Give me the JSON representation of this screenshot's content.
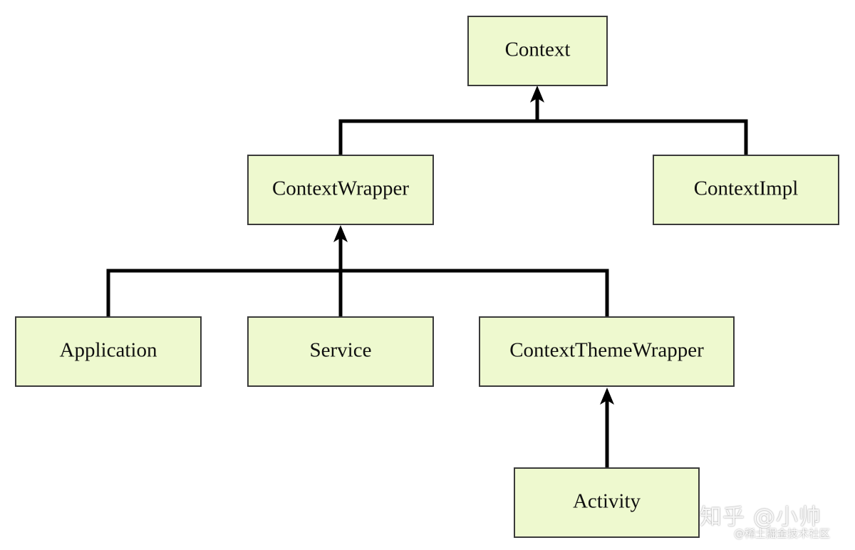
{
  "diagram": {
    "colors": {
      "node_fill": "#eef9cf",
      "node_stroke": "#3a3a3a",
      "edge": "#000000"
    },
    "nodes": {
      "context": "Context",
      "context_wrapper": "ContextWrapper",
      "context_impl": "ContextImpl",
      "application": "Application",
      "service": "Service",
      "context_theme_wrapper": "ContextThemeWrapper",
      "activity": "Activity"
    },
    "edges": [
      {
        "from": "context_wrapper",
        "to": "context"
      },
      {
        "from": "context_impl",
        "to": "context"
      },
      {
        "from": "application",
        "to": "context_wrapper"
      },
      {
        "from": "service",
        "to": "context_wrapper"
      },
      {
        "from": "context_theme_wrapper",
        "to": "context_wrapper"
      },
      {
        "from": "activity",
        "to": "context_theme_wrapper"
      }
    ]
  },
  "watermark": {
    "main": "知乎 @小帅",
    "sub": "@稀土掘金技术社区"
  }
}
